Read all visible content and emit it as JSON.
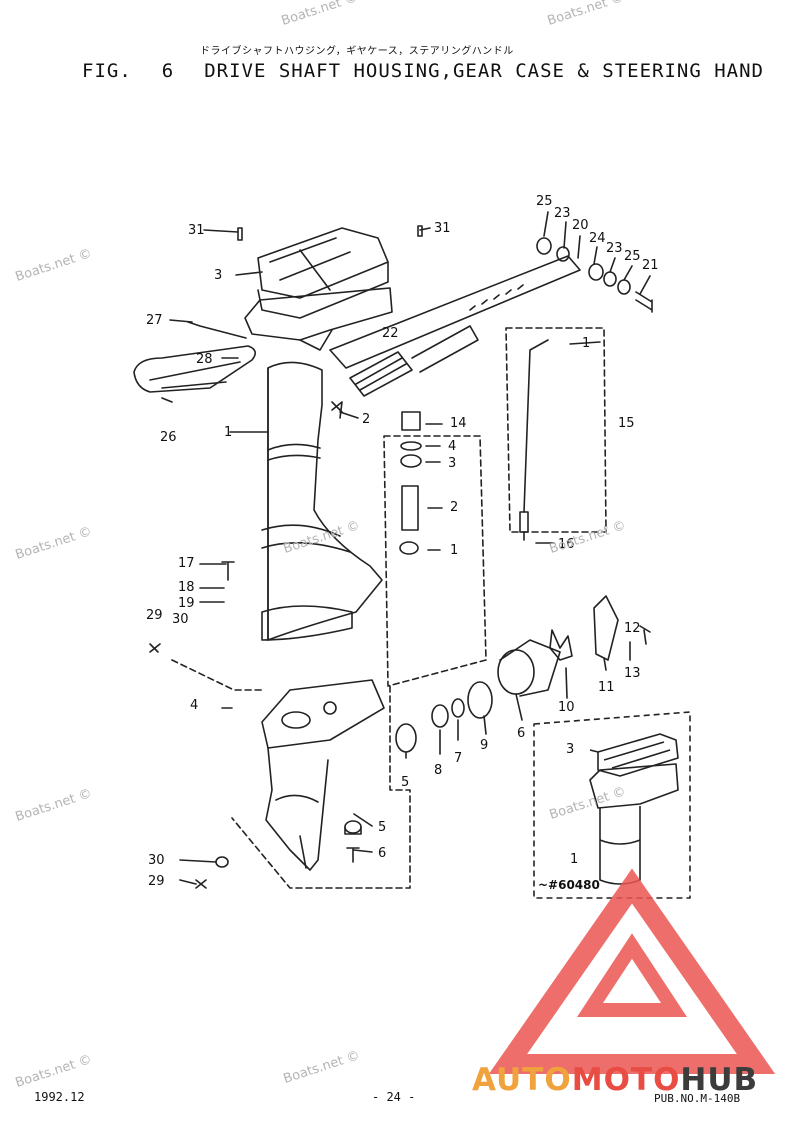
{
  "header": {
    "jp_subtitle": "ドライブシャフトハウジング，ギヤケース，ステアリングハンドル",
    "fig_label": "FIG.",
    "fig_number": "6",
    "title": "DRIVE SHAFT HOUSING,GEAR CASE & STEERING HAND"
  },
  "watermark": "Boats.net ©",
  "callouts": {
    "c1": "1",
    "c2": "2",
    "c3": "3",
    "c4": "4",
    "c5": "5",
    "c6": "6",
    "c7": "7",
    "c8": "8",
    "c9": "9",
    "c10": "10",
    "c11": "11",
    "c12": "12",
    "c13": "13",
    "c14": "14",
    "c15": "15",
    "c16": "16",
    "c17": "17",
    "c18": "18",
    "c19": "19",
    "c20": "20",
    "c21": "21",
    "c22": "22",
    "c23": "23",
    "c24": "24",
    "c25": "25",
    "c26": "26",
    "c27": "27",
    "c28": "28",
    "c29": "29",
    "c30": "30",
    "c31": "31"
  },
  "inset": {
    "serial_note": "~#60480"
  },
  "footer": {
    "date": "1992.12",
    "page": "- 24 -",
    "pub_no": "PUB.NO.M-140B"
  },
  "brand": {
    "part_a": "AUTO",
    "part_b": "MOTO",
    "part_c": "HUB"
  },
  "colors": {
    "brand_red": "#e84c43",
    "brand_orange": "#f0a23c",
    "brand_dark": "#3c3c3c",
    "watermark": "#b4b4b4",
    "logo_red": "#ea5550"
  }
}
